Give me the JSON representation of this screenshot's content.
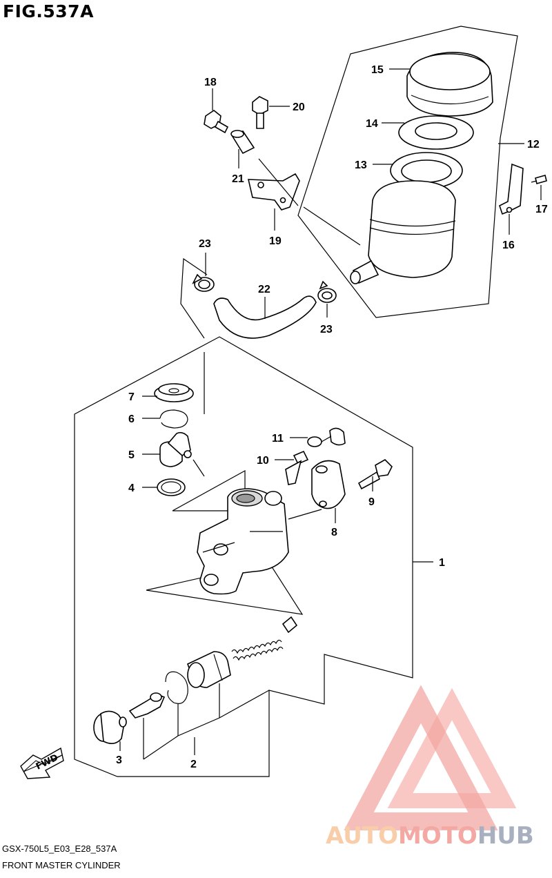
{
  "figure_title": "FIG.537A",
  "footer": {
    "model_code": "GSX-750L5_E03_E28_537A",
    "section_name": "FRONT MASTER CYLINDER"
  },
  "watermark": {
    "part1": "AUTO",
    "part2": "MOTO",
    "part3": "HUB",
    "color_auto": "#f7c59a",
    "color_moto": "#f29a93",
    "color_hub": "#9aa3b6",
    "triangle_color": "#f29a93"
  },
  "fwd_label": "FWD",
  "callouts": [
    {
      "id": "c1",
      "label": "1"
    },
    {
      "id": "c2",
      "label": "2"
    },
    {
      "id": "c3",
      "label": "3"
    },
    {
      "id": "c4",
      "label": "4"
    },
    {
      "id": "c5",
      "label": "5"
    },
    {
      "id": "c6",
      "label": "6"
    },
    {
      "id": "c7",
      "label": "7"
    },
    {
      "id": "c8",
      "label": "8"
    },
    {
      "id": "c9",
      "label": "9"
    },
    {
      "id": "c10",
      "label": "10"
    },
    {
      "id": "c11",
      "label": "11"
    },
    {
      "id": "c12",
      "label": "12"
    },
    {
      "id": "c13",
      "label": "13"
    },
    {
      "id": "c14",
      "label": "14"
    },
    {
      "id": "c15",
      "label": "15"
    },
    {
      "id": "c16",
      "label": "16"
    },
    {
      "id": "c17",
      "label": "17"
    },
    {
      "id": "c18",
      "label": "18"
    },
    {
      "id": "c19",
      "label": "19"
    },
    {
      "id": "c20",
      "label": "20"
    },
    {
      "id": "c21",
      "label": "21"
    },
    {
      "id": "c22",
      "label": "22"
    },
    {
      "id": "c23a",
      "label": "23"
    },
    {
      "id": "c23b",
      "label": "23"
    }
  ]
}
